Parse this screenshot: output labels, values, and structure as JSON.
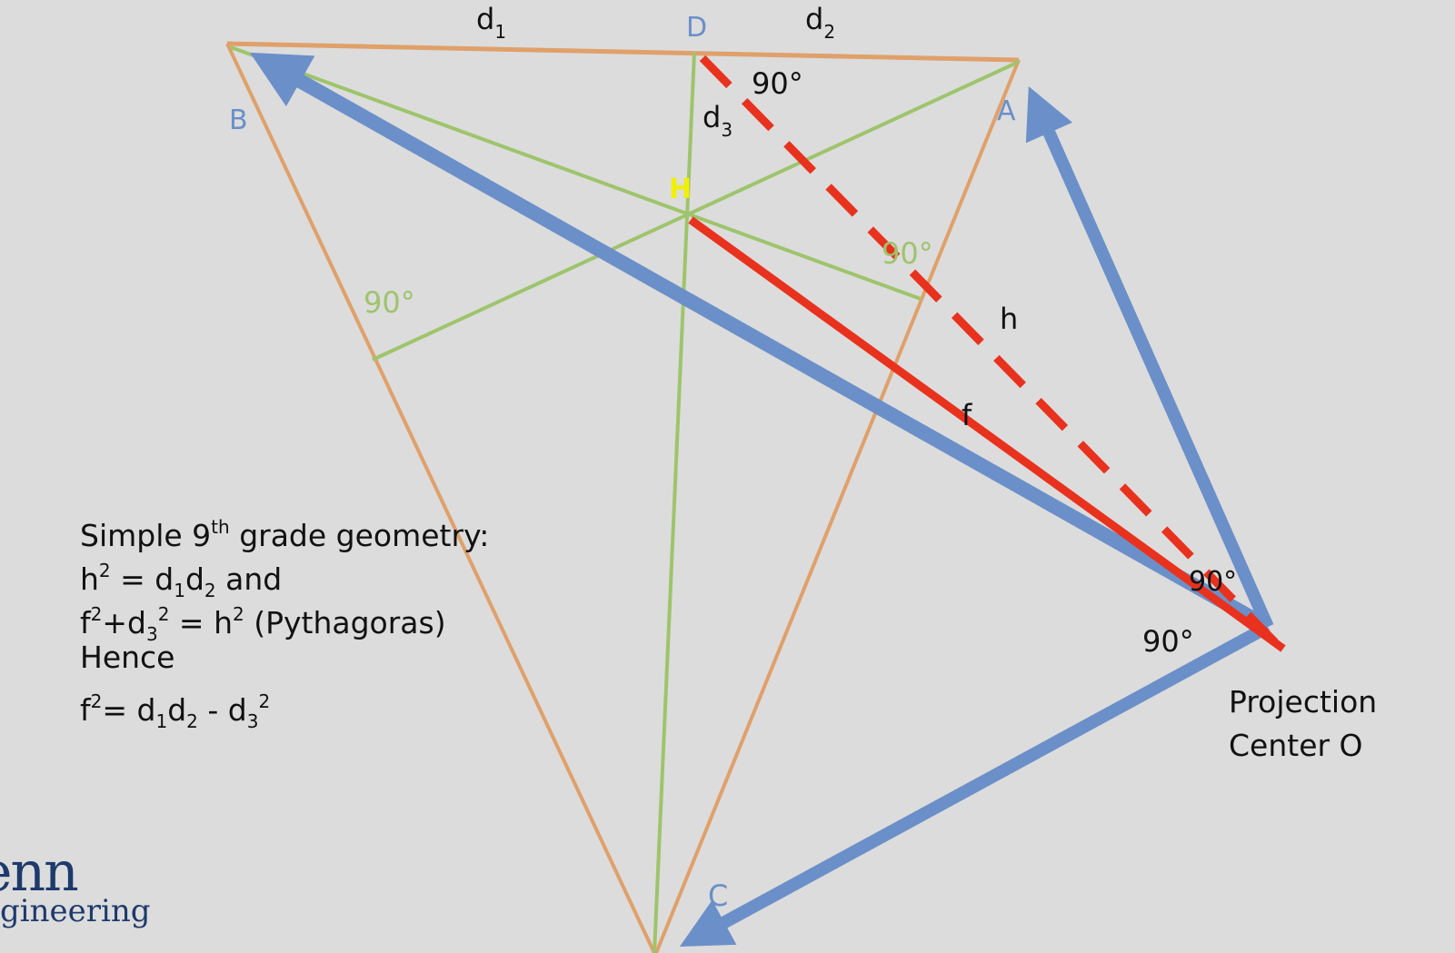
{
  "points": {
    "B": "B",
    "A": "A",
    "C": "C",
    "D": "D",
    "H": "H"
  },
  "segments": {
    "d1": "d",
    "d1_sub": "1",
    "d2": "d",
    "d2_sub": "2",
    "d3": "d",
    "d3_sub": "3",
    "h": "h",
    "f": "f"
  },
  "angles": {
    "top_right": "90°",
    "green_right": "90°",
    "green_left": "90°",
    "near_O": "90°",
    "at_O": "90°"
  },
  "text": {
    "l1_a": "Simple 9",
    "l1_sup": "th",
    "l1_b": " grade geometry:",
    "l2_a": "h",
    "l2_sup": "2",
    "l2_b": " = d",
    "l2_sub1": "1",
    "l2_c": "d",
    "l2_sub2": "2",
    "l2_d": " and",
    "l3_a": "f",
    "l3_sup1": "2",
    "l3_b": "+d",
    "l3_sub": "3",
    "l3_sup2": "2",
    "l3_c": " = h",
    "l3_sup3": "2",
    "l3_d": " (Pythagoras)",
    "l4": "Hence",
    "l5_a": "f",
    "l5_sup1": "2",
    "l5_b": "= d",
    "l5_sub1": "1",
    "l5_c": "d",
    "l5_sub2": "2",
    "l5_d": " - d",
    "l5_sub3": "3",
    "l5_sup2": "2"
  },
  "projection": {
    "line1": "Projection",
    "line2": "Center O"
  },
  "logo": {
    "line1": "enn",
    "line2": "gineering"
  },
  "colors": {
    "background": "#dcdcdc",
    "orange": "#e0a06a",
    "green": "#9ec46c",
    "blue": "#6b8fc8",
    "red": "#e8321e",
    "label_blue": "#6b8fc8",
    "label_yellow": "#f0f000"
  }
}
